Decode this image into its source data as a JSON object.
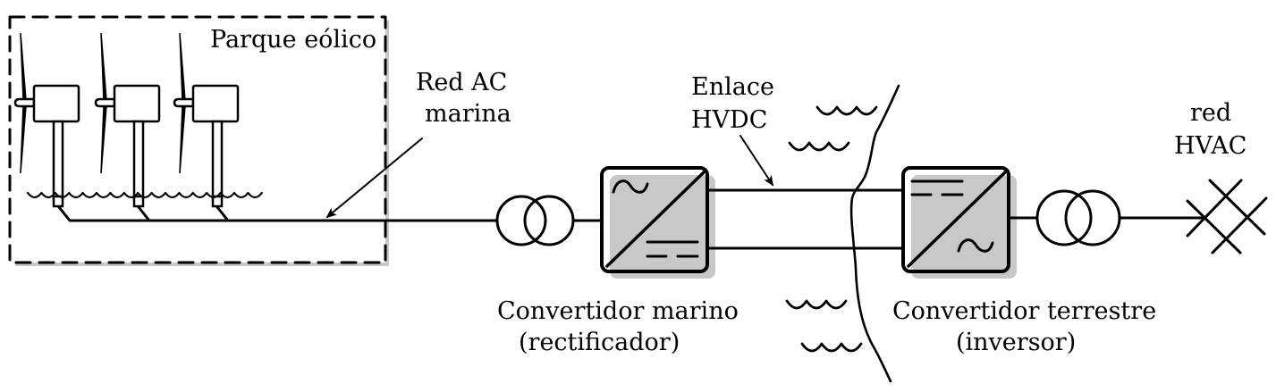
{
  "diagram": {
    "title": "Offshore wind farm HVDC transmission system",
    "colors": {
      "line": "#000000",
      "shadow": "#c8c8c8",
      "background": "#ffffff"
    },
    "labels": {
      "wind_farm": "Parque eólico",
      "offshore_ac_line1": "Red AC",
      "offshore_ac_line2": "marina",
      "hvdc_line1": "Enlace",
      "hvdc_line2": "HVDC",
      "grid_line1": "red",
      "grid_line2": "HVAC",
      "rectifier_line1": "Convertidor marino",
      "rectifier_line2": "(rectificador)",
      "inverter_line1": "Convertidor terrestre",
      "inverter_line2": "(inversor)"
    },
    "components": [
      {
        "id": "wind-turbines",
        "type": "wind turbine",
        "count": 3
      },
      {
        "id": "offshore-ac-grid",
        "type": "ac collector line"
      },
      {
        "id": "offshore-transformer",
        "type": "transformer"
      },
      {
        "id": "offshore-converter",
        "type": "AC/DC converter",
        "role": "rectifier",
        "symbols": [
          "~",
          "="
        ]
      },
      {
        "id": "hvdc-link",
        "type": "dc cable pair"
      },
      {
        "id": "coastline",
        "type": "shoreline"
      },
      {
        "id": "onshore-converter",
        "type": "DC/AC converter",
        "role": "inverter",
        "symbols": [
          "=",
          "~"
        ]
      },
      {
        "id": "onshore-transformer",
        "type": "transformer"
      },
      {
        "id": "hvac-grid",
        "type": "grid symbol"
      }
    ],
    "connections": [
      [
        "wind-turbines",
        "offshore-ac-grid"
      ],
      [
        "offshore-ac-grid",
        "offshore-transformer"
      ],
      [
        "offshore-transformer",
        "offshore-converter"
      ],
      [
        "offshore-converter",
        "hvdc-link"
      ],
      [
        "hvdc-link",
        "onshore-converter"
      ],
      [
        "onshore-converter",
        "onshore-transformer"
      ],
      [
        "onshore-transformer",
        "hvac-grid"
      ]
    ]
  }
}
